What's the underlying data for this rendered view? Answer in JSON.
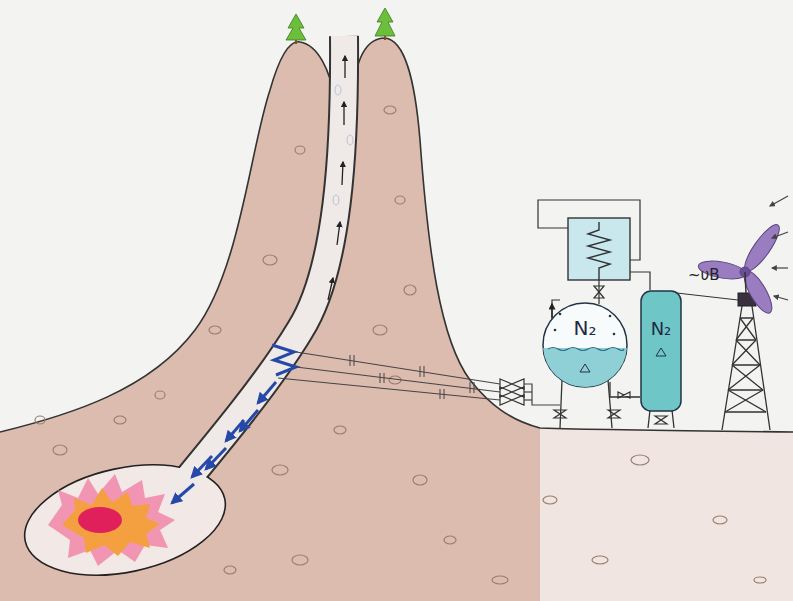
{
  "diagram": {
    "nodes": [
      {
        "text": [
          "N₂"
        ]
      },
      {
        "text": [
          "N₂"
        ]
      }
    ],
    "edges": [
      {
        "from": 0,
        "to": 1,
        "arrow": "none"
      }
    ],
    "labels": [
      "~υB"
    ]
  }
}
